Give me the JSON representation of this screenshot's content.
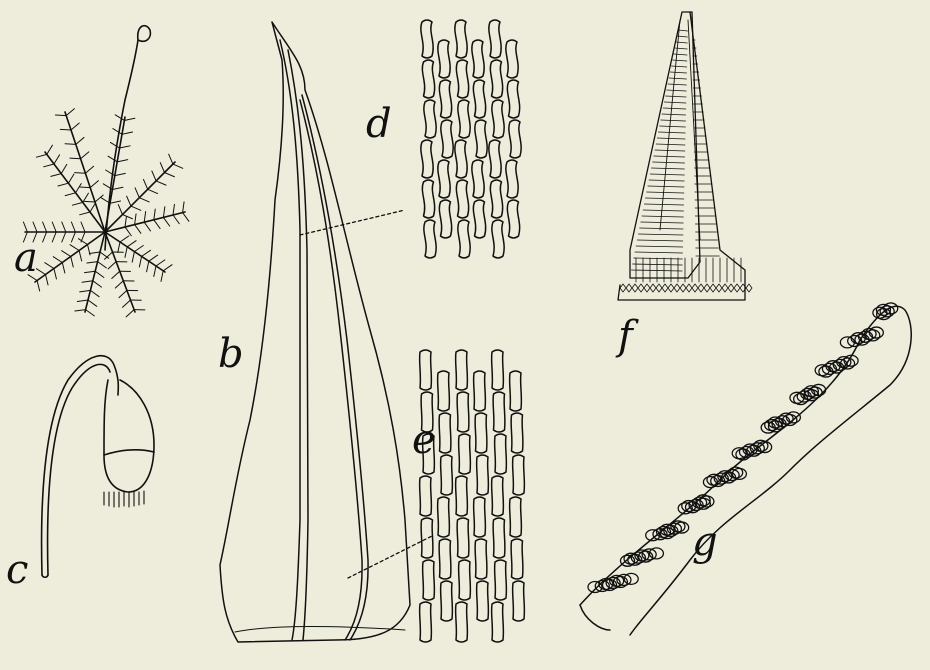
{
  "figure": {
    "labels": {
      "a": "a",
      "b": "b",
      "c": "c",
      "d": "d",
      "e": "e",
      "f": "f",
      "g": "g"
    }
  },
  "colors": {
    "background": "#eeeddb",
    "ink": "#111111"
  }
}
